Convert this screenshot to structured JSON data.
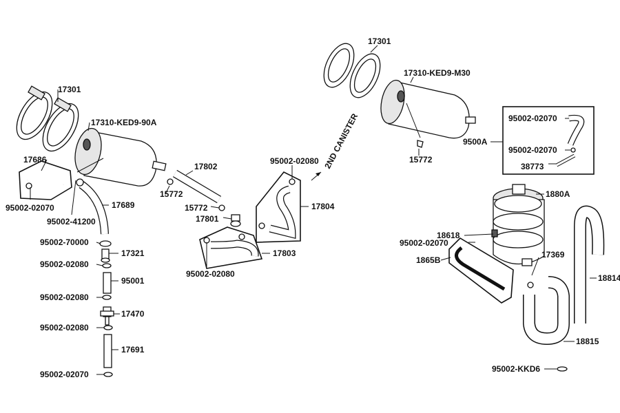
{
  "labels": {
    "l17301a": "17301",
    "l17310a": "17310-KED9-90A",
    "l17686": "17686",
    "l95002_02070a": "95002-02070",
    "l95002_41200": "95002-41200",
    "l17689": "17689",
    "l95002_70000": "95002-70000",
    "l17321": "17321",
    "l95002_02080a": "95002-02080",
    "l95001": "95001",
    "l95002_02080b": "95002-02080",
    "l17470": "17470",
    "l95002_02080c": "95002-02080",
    "l17691": "17691",
    "l95002_02070b": "95002-02070",
    "l17802": "17802",
    "l15772a": "15772",
    "l15772b": "15772",
    "l17801": "17801",
    "l17803": "17803",
    "l95002_02080d": "95002-02080",
    "l95002_02080e": "95002-02080",
    "l17804": "17804",
    "l2nd": "2ND CANISTER",
    "l17301b": "17301",
    "l17310b": "17310-KED9-M30",
    "l15772c": "15772",
    "l95002_02070c": "95002-02070",
    "l95002_02070d": "95002-02070",
    "l38773": "38773",
    "l9500A": "9500A",
    "l1880A": "1880A",
    "l18618": "18618",
    "l95002_02070e": "95002-02070",
    "l1865B": "1865B",
    "l17369": "17369",
    "l18814": "18814",
    "l18815": "18815",
    "l95002_KKD6": "95002-KKD6"
  }
}
